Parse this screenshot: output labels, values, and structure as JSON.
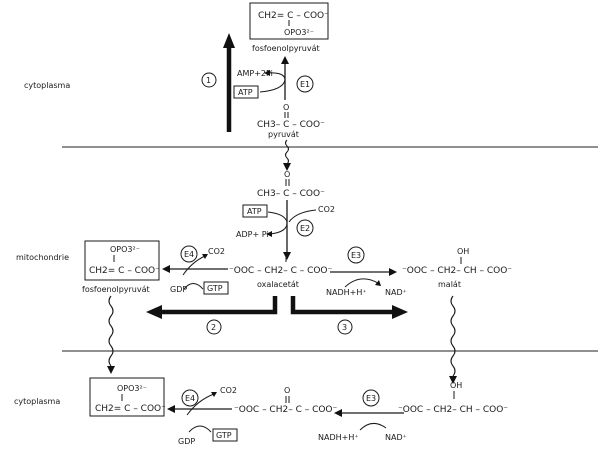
{
  "compartments": {
    "top": "cytoplasma",
    "middle": "mitochondrie",
    "bottom": "cytoplasma"
  },
  "compounds": {
    "pep_top_line1": "CH2= C – COO⁻",
    "pep_top_line2": "OPO3²⁻",
    "pep_top_name": "fosfoenolpyruvát",
    "pyruvate_line": "CH3– C – COO⁻",
    "pyruvate_oxygen": "O",
    "pyruvate_name": "pyruvát",
    "pyruvate_mito_line": "CH3– C – COO⁻",
    "pyruvate_mito_oxygen": "O",
    "oxaloacetate_line": "⁻OOC – CH2– C – COO⁻",
    "oxaloacetate_oxygen": "O",
    "oxaloacetate_name": "oxalacetát",
    "malate_line": "⁻OOC – CH2– CH – COO⁻",
    "malate_oh": "OH",
    "malate_name": "malát",
    "pep_mito_line1": "OPO3²⁻",
    "pep_mito_line2": "CH2= C – COO⁻",
    "pep_mito_name": "fosfoenolpyruvát",
    "oxaloacetate_cyto_line": "⁻OOC – CH2– C – COO⁻",
    "oxaloacetate_cyto_oxygen": "O",
    "malate_cyto_line": "⁻OOC – CH2– CH – COO⁻",
    "malate_cyto_oh": "OH",
    "pep_cyto_line1": "OPO3²⁻",
    "pep_cyto_line2": "CH2= C – COO⁻"
  },
  "cofactors": {
    "amp_2pi": "AMP+2Pi",
    "atp_top": "ATP",
    "atp_mito": "ATP",
    "co2_mito_top": "CO2",
    "adp_pi": "ADP+ Pi",
    "co2_e4_mito": "CO2",
    "gdp_mito": "GDP",
    "gtp_mito": "GTP",
    "nadh_mito": "NADH+H⁺",
    "nad_mito": "NAD⁺",
    "co2_e4_cyto": "CO2",
    "gdp_cyto": "GDP",
    "gtp_cyto": "GTP",
    "nadh_cyto": "NADH+H⁺",
    "nad_cyto": "NAD⁺"
  },
  "enzymes": {
    "e1": "E1",
    "e2": "E2",
    "e3_mito": "E3",
    "e4_mito": "E4",
    "e3_cyto": "E3",
    "e4_cyto": "E4"
  },
  "pathways": {
    "p1": "1",
    "p2": "2",
    "p3": "3"
  }
}
